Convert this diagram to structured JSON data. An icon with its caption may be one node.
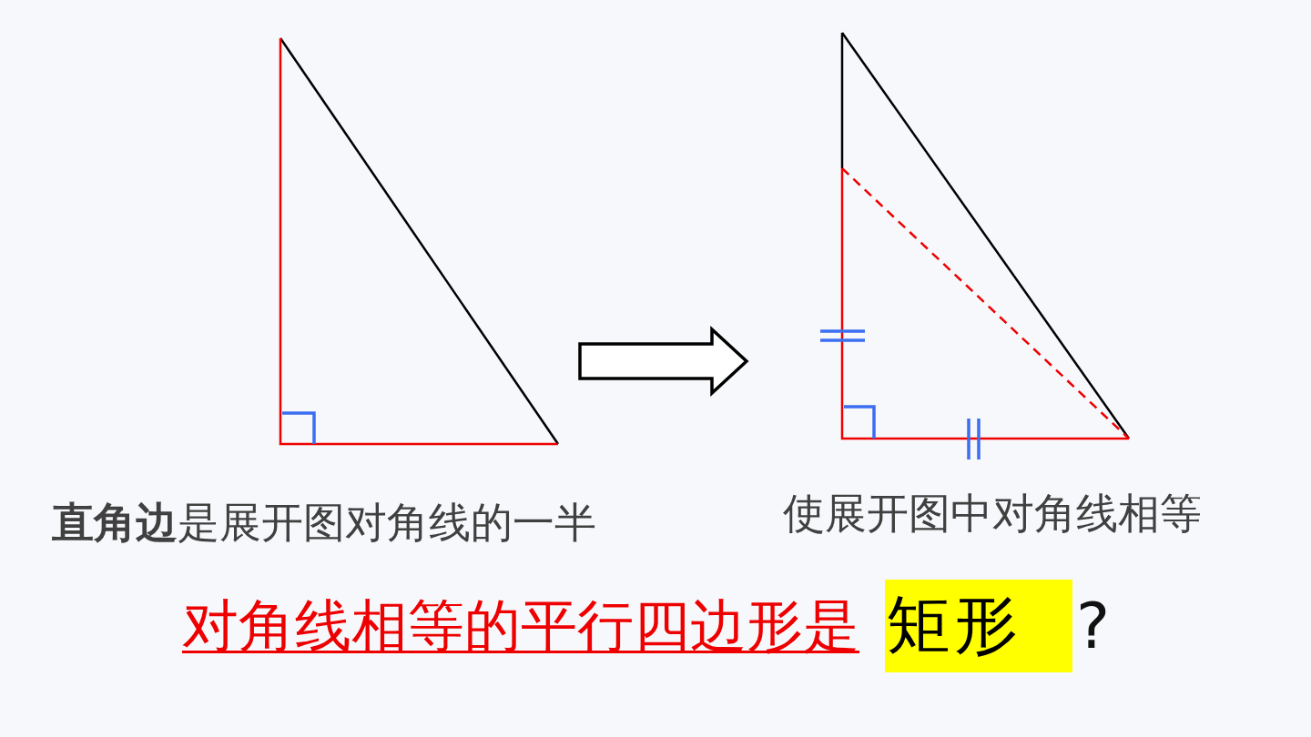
{
  "diagram": {
    "nodes": [
      {
        "text": [],
        "shape": "triangle",
        "beside": [
          "**直角边**是展开图对角线的一半"
        ]
      },
      {
        "text": [],
        "shape": "triangle",
        "beside": [
          "使展开图中对角线相等"
        ]
      }
    ],
    "edges": [
      {
        "from": 0,
        "to": 1,
        "arrow": "to",
        "style": "thick"
      }
    ],
    "labels": [
      "对角线相等的平行四边形是",
      "矩形",
      "?"
    ]
  }
}
